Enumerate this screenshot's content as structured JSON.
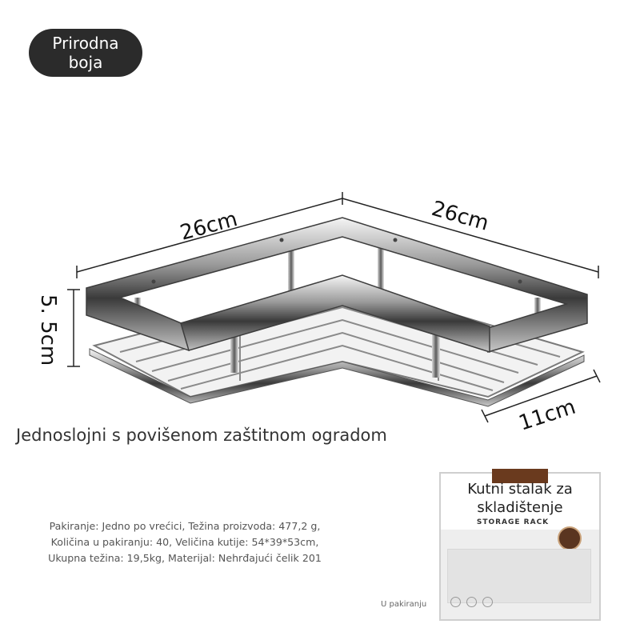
{
  "badge": {
    "line1": "Prirodna",
    "line2": "boja"
  },
  "dimensions": {
    "left_top": "26cm",
    "right_top": "26cm",
    "height": "5. 5cm",
    "depth": "11cm"
  },
  "caption": "Jednoslojni s povišenom zaštitnom ogradom",
  "specs": {
    "line1": "Pakiranje: Jedno po vrećici, Težina proizvoda: 477,2 g,",
    "line2": "Količina u pakiranju: 40, Veličina kutije: 54*39*53cm,",
    "line3": "Ukupna težina: 19,5kg, Materijal: Nehrđajući čelik 201"
  },
  "package_note": "U pakiranju",
  "box": {
    "title_line1": "Kutni stalak za",
    "title_line2": "skladištenje",
    "subtitle": "STORAGE RACK"
  },
  "colors": {
    "badge_bg": "#2b2b2b",
    "box_accent": "#6a3a1e",
    "steel": "#b5b5b5"
  },
  "icons": [
    "chrome-corner-shelf-image",
    "box-care-icons"
  ]
}
